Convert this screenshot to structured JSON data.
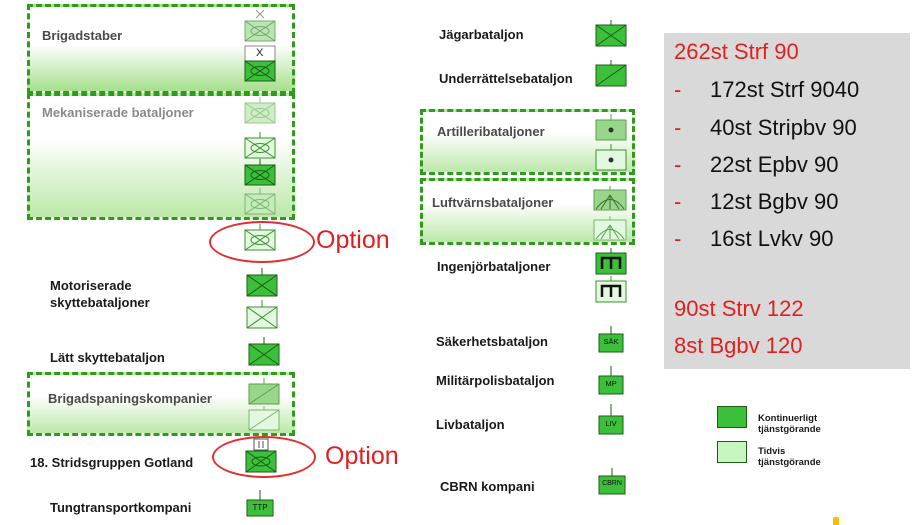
{
  "colors": {
    "frame_green": "#2e9b1d",
    "unit_dark": "#3cc03c",
    "unit_light": "#c6f5c0",
    "accent_red": "#e02020"
  },
  "left_units": {
    "brigadstaber": "Brigadstaber",
    "mekaniserade": "Mekaniserade bataljoner",
    "motoriserade_line1": "Motoriserade",
    "motoriserade_line2": "skyttebataljoner",
    "latt_skytte": "Lätt skyttebataljon",
    "brigadspaning": "Brigadspaningskompanier",
    "stridsgruppen": "18. Stridsgruppen Gotland",
    "tungtransport": "Tungtransportkompani"
  },
  "symbol_text": {
    "staff_x": "X",
    "ttp": "TTP",
    "sak": "SÄK",
    "mp": "MP",
    "liv": "LIV",
    "cbrn": "CBRN"
  },
  "options": {
    "option_1": "Option",
    "option_2": "Option"
  },
  "right_units": {
    "jagar": "Jägarbataljon",
    "underrattelse": "Underrättelsebataljon",
    "artilleri": "Artilleribataljoner",
    "luftvarn": "Luftvärnsbataljoner",
    "ingenjor": "Ingenjörbataljoner",
    "sakerhet": "Säkerhetsbataljon",
    "militarpolis": "Militärpolisbataljon",
    "liv": "Livbataljon",
    "cbrn": "CBRN kompani"
  },
  "info_box": {
    "heading": "262st Strf 90",
    "dash": "-",
    "items": [
      "172st Strf 9040",
      "40st Stripbv 90",
      "22st Epbv 90",
      "12st Bgbv 90",
      "16st Lvkv 90"
    ],
    "footer1": "90st Strv 122",
    "footer2": "8st Bgbv 120"
  },
  "legend": {
    "continuous_line1": "Kontinuerligt",
    "continuous_line2": "tjänstgörande",
    "temporary_line1": "Tidvis",
    "temporary_line2": "tjänstgörande"
  }
}
